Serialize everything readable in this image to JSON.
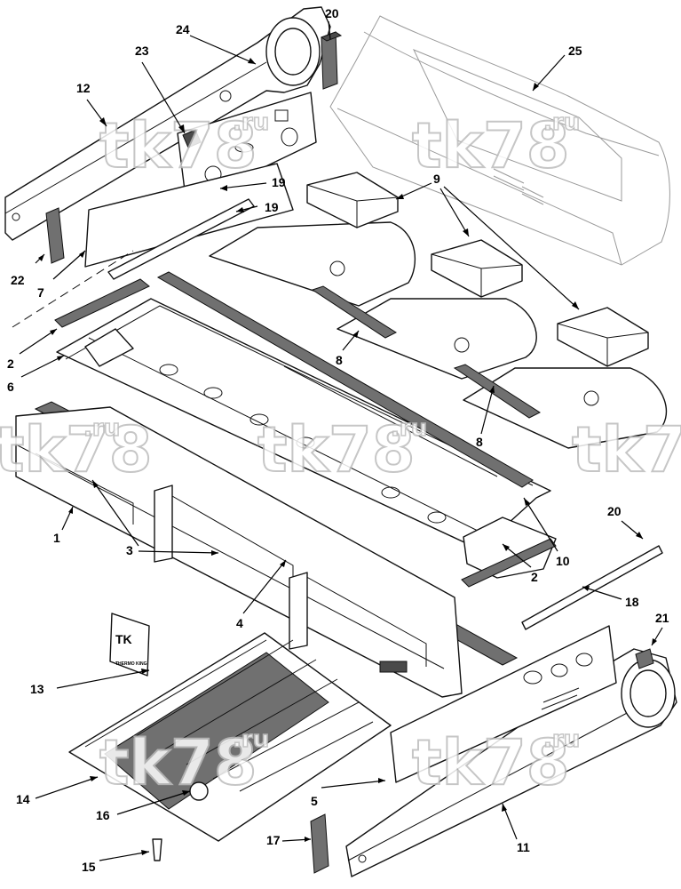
{
  "watermark": {
    "text": "tk78",
    "suffix": ".ru"
  },
  "logo": {
    "mark": "TK",
    "caption": "THERMO KING"
  },
  "callouts": [
    "1",
    "2",
    "2",
    "3",
    "4",
    "5",
    "6",
    "7",
    "8",
    "8",
    "9",
    "10",
    "11",
    "12",
    "13",
    "14",
    "15",
    "16",
    "17",
    "18",
    "19",
    "19",
    "20",
    "20",
    "21",
    "22",
    "23",
    "24",
    "25"
  ]
}
